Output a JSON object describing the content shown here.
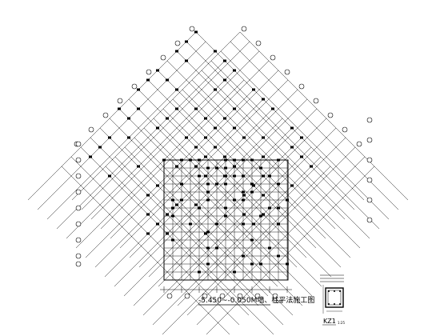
{
  "drawing": {
    "title": "-5.450~-0.050M墙、柱平法施工图",
    "title_scale": "1:100",
    "detail_label": "KZ1",
    "detail_scale": "1:25"
  },
  "colors": {
    "line": "#000000",
    "background": "#ffffff"
  }
}
